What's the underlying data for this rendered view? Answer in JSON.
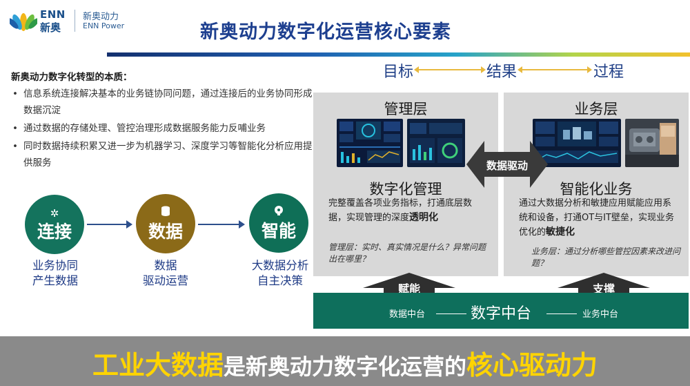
{
  "header": {
    "brand_en": "ENN",
    "brand_cn": "新奥",
    "sub_cn": "新奥动力",
    "sub_en": "ENN Power",
    "title": "新奥动力数字化运营核心要素"
  },
  "essence": {
    "title": "新奥动力数字化转型的本质：",
    "bullets": [
      "信息系统连接解决基本的业务链协同问题，通过连接后的业务协同形成数据沉淀",
      "通过数据的存储处理、管控治理形成数据服务能力反哺业务",
      "同时数据持续积累又进一步为机器学习、深度学习等智能化分析应用提供服务"
    ]
  },
  "flow": [
    {
      "label": "连接",
      "caption_1": "业务协同",
      "caption_2": "产生数据",
      "icon": "network-icon",
      "color": "#14735d"
    },
    {
      "label": "数据",
      "caption_1": "数据",
      "caption_2": "驱动运营",
      "icon": "database-icon",
      "color": "#8b6a18"
    },
    {
      "label": "智能",
      "caption_1": "大数据分析",
      "caption_2": "自主决策",
      "icon": "brain-gear-icon",
      "color": "#0f6f57"
    }
  ],
  "triad": {
    "goal": "目标",
    "result": "结果",
    "process": "过程"
  },
  "management": {
    "head": "管理层",
    "sub": "数字化管理",
    "body_1": "完整覆盖各项业务指标，打通底层数据，实现管理的深度",
    "body_bold": "透明化",
    "note": "管理层：实时、真实情况是什么？异常问题出在哪里？"
  },
  "business": {
    "head": "业务层",
    "sub": "智能化业务",
    "body_1": "通过大数据分析和敏捷应用赋能应用系统和设备，打通OT与IT壁垒，实现业务优化的",
    "body_bold": "敏捷化",
    "note": "业务层：通过分析哪些管控因素来改进问题？"
  },
  "drive_label": "数据驱动",
  "empower_label": "赋能",
  "support_label": "支撑",
  "platform": {
    "left": "数据中台",
    "center": "数字中台",
    "right": "业务中台"
  },
  "banner": {
    "part1": "工业大数据",
    "part2": "是新奥动力数字化运营的",
    "part3": "核心驱动力"
  },
  "colors": {
    "title_blue": "#1d3f8f",
    "teal": "#0e6f5c",
    "gold": "#8b6a18",
    "banner_gray": "#8a8a8a",
    "banner_yellow": "#ffd400"
  }
}
